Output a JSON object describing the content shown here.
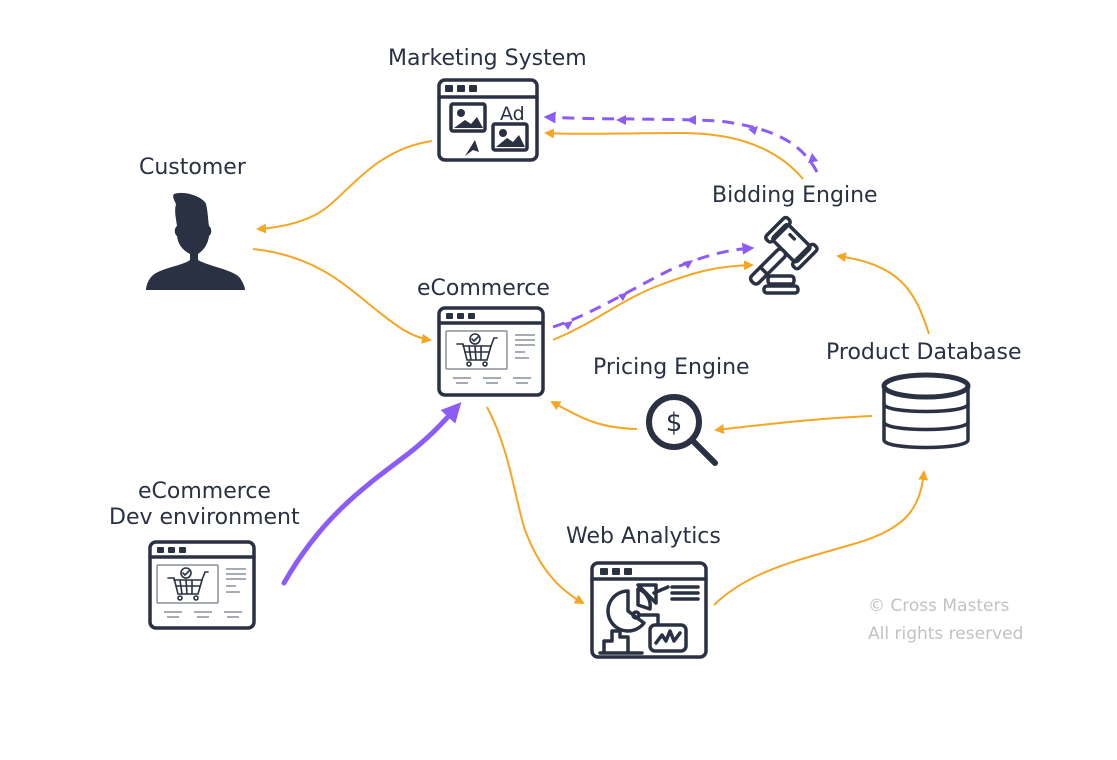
{
  "nodes": {
    "marketing": {
      "label": "Marketing System",
      "ad_text": "Ad",
      "icon": "ad-browser-icon"
    },
    "customer": {
      "label": "Customer",
      "icon": "person-icon"
    },
    "ecommerce": {
      "label": "eCommerce",
      "icon": "shopping-cart-browser-icon"
    },
    "bidding": {
      "label": "Bidding Engine",
      "icon": "gavel-icon"
    },
    "pricing": {
      "label": "Pricing Engine",
      "icon": "dollar-magnifier-icon",
      "symbol": "$"
    },
    "product_db": {
      "label": "Product Database",
      "icon": "database-icon"
    },
    "dev_env": {
      "label_line1": "eCommerce",
      "label_line2": "Dev environment",
      "icon": "shopping-cart-browser-icon"
    },
    "analytics": {
      "label": "Web Analytics",
      "icon": "analytics-dashboard-icon"
    }
  },
  "edges": [
    {
      "from": "Marketing System",
      "to": "Customer",
      "style": "solid",
      "color": "orange"
    },
    {
      "from": "Customer",
      "to": "eCommerce",
      "style": "solid",
      "color": "orange"
    },
    {
      "from": "Bidding Engine",
      "to": "Marketing System",
      "style": "solid",
      "color": "orange"
    },
    {
      "from": "Bidding Engine",
      "to": "Marketing System",
      "style": "dashed",
      "color": "purple"
    },
    {
      "from": "eCommerce",
      "to": "Bidding Engine",
      "style": "solid",
      "color": "orange"
    },
    {
      "from": "eCommerce",
      "to": "Bidding Engine",
      "style": "dashed",
      "color": "purple"
    },
    {
      "from": "Product Database",
      "to": "Bidding Engine",
      "style": "solid",
      "color": "orange"
    },
    {
      "from": "Product Database",
      "to": "Pricing Engine",
      "style": "solid",
      "color": "orange"
    },
    {
      "from": "Pricing Engine",
      "to": "eCommerce",
      "style": "solid",
      "color": "orange"
    },
    {
      "from": "eCommerce",
      "to": "Web Analytics",
      "style": "solid",
      "color": "orange"
    },
    {
      "from": "Web Analytics",
      "to": "Product Database",
      "style": "solid",
      "color": "orange"
    },
    {
      "from": "eCommerce Dev environment",
      "to": "eCommerce",
      "style": "thick",
      "color": "purple"
    }
  ],
  "colors": {
    "orange": "#f5a623",
    "purple": "#8b5cf6",
    "ink": "#2a3142",
    "copyright": "#c2c2c2"
  },
  "copyright": {
    "line1": "© Cross Masters",
    "line2": "All rights reserved"
  }
}
